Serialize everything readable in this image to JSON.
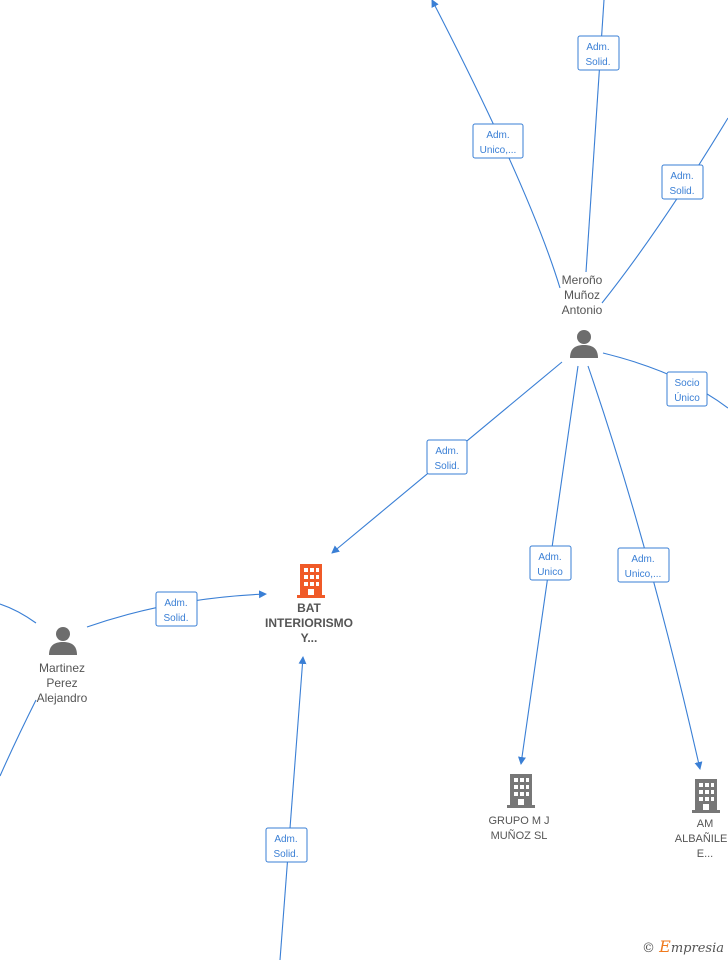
{
  "nodes": {
    "merono": {
      "lines": [
        "Meroño",
        "Muñoz",
        "Antonio"
      ],
      "type": "person"
    },
    "martinez": {
      "lines": [
        "Martinez",
        "Perez",
        "Alejandro"
      ],
      "type": "person"
    },
    "bat": {
      "lines": [
        "BAT",
        "INTERIORISMO",
        "Y..."
      ],
      "type": "company-main"
    },
    "grupo": {
      "lines": [
        "GRUPO M J",
        "MUÑOZ  SL"
      ],
      "type": "company"
    },
    "am": {
      "lines": [
        "AM",
        "ALBAÑILER",
        "E..."
      ],
      "type": "company"
    }
  },
  "edges": [
    {
      "id": "e1",
      "label": [
        "Adm.",
        "Unico,..."
      ]
    },
    {
      "id": "e2",
      "label": [
        "Adm.",
        "Solid."
      ]
    },
    {
      "id": "e3",
      "label": [
        "Adm.",
        "Solid."
      ]
    },
    {
      "id": "e4",
      "label": [
        "Socio",
        "Único"
      ]
    },
    {
      "id": "e5",
      "label": [
        "Adm.",
        "Solid."
      ]
    },
    {
      "id": "e6",
      "label": [
        "Adm.",
        "Unico"
      ]
    },
    {
      "id": "e7",
      "label": [
        "Adm.",
        "Unico,..."
      ]
    },
    {
      "id": "e8",
      "label": [
        "Adm.",
        "Solid."
      ]
    },
    {
      "id": "e9",
      "label": [
        "Adm.",
        "Solid."
      ]
    }
  ],
  "colors": {
    "edge": "#3a7fd5",
    "person": "#6d6d6d",
    "company": "#777777",
    "company_main": "#f05a28"
  },
  "watermark": {
    "symbol": "©",
    "brand_initial": "E",
    "brand_rest": "mpresia"
  }
}
